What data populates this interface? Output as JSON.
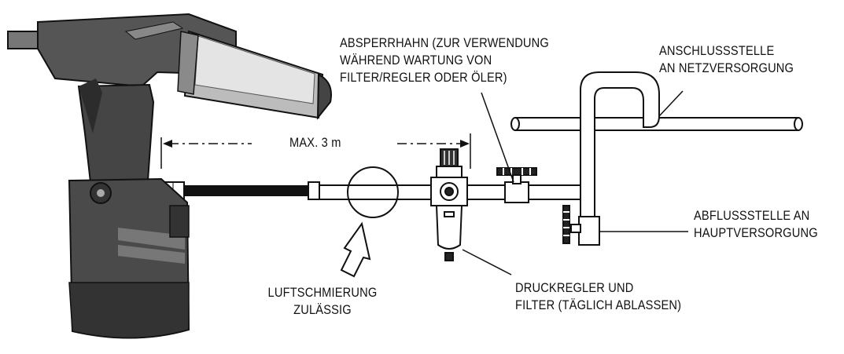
{
  "labels": {
    "distance": "MAX. 3 m",
    "shutoff_valve": [
      "ABSPERRHAHN (ZUR VERWENDUNG",
      "WÄHREND WARTUNG VON",
      "FILTER/REGLER ODER ÖLER)"
    ],
    "connection_point": [
      "ANSCHLUSSSTELLE",
      "AN NETZVERSORGUNG"
    ],
    "drain_point": [
      "ABFLUSSSTELLE AN",
      "HAUPTVERSORGUNG"
    ],
    "regulator": [
      "DRUCKREGLER UND",
      "FILTER (TÄGLICH ABLASSEN)"
    ],
    "lubrication": [
      "LUFTSCHMIERUNG",
      "ZULÄSSIG"
    ]
  },
  "colors": {
    "tool_dark": "#3a3a3a",
    "tool_light": "#9a9a9a",
    "line": "#111111"
  }
}
